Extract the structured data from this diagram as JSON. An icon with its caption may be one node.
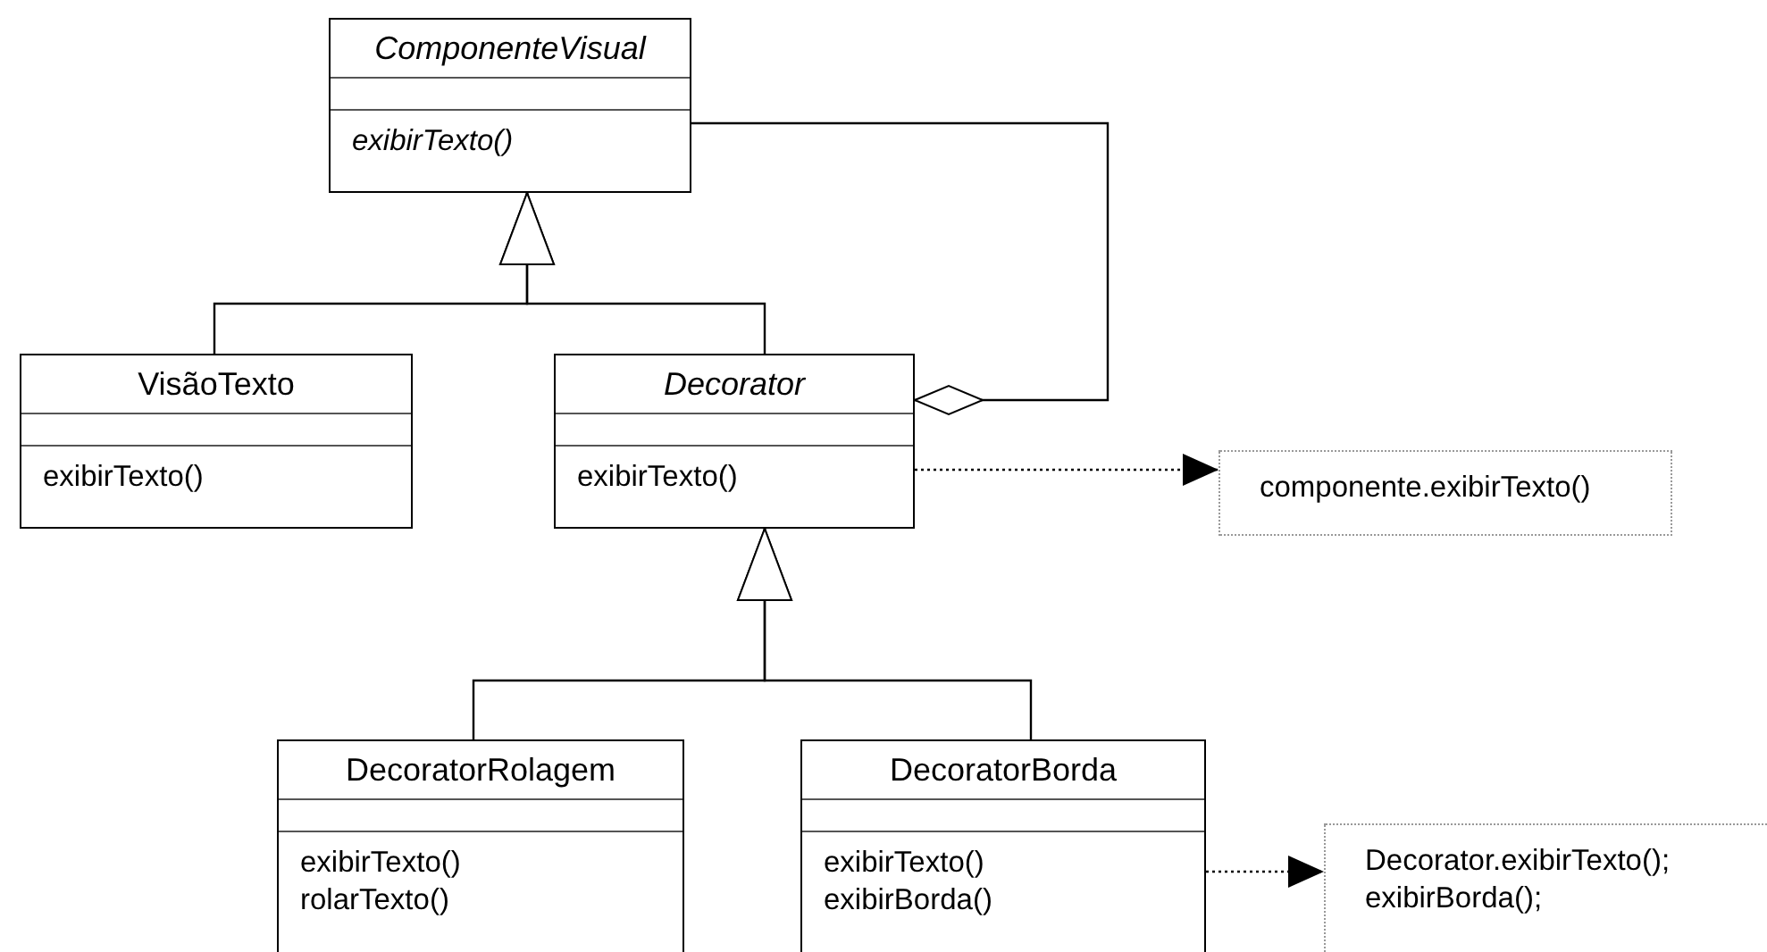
{
  "diagram": {
    "nodes": [
      {
        "text": [
          "ComponenteVisual",
          "exibirTexto()"
        ]
      },
      {
        "text": [
          "VisãoTexto",
          "exibirTexto()"
        ]
      },
      {
        "text": [
          "Decorator",
          "exibirTexto()"
        ]
      },
      {
        "text": [
          "componente.exibirTexto()"
        ]
      },
      {
        "text": [
          "DecoratorRolagem",
          "exibirTexto()",
          "rolarTexto()"
        ]
      },
      {
        "text": [
          "DecoratorBorda",
          "exibirTexto()",
          "exibirBorda()"
        ]
      },
      {
        "text": [
          "Decorator.exibirTexto();",
          "exibirBorda();"
        ]
      }
    ],
    "edges": [
      {
        "from": 1,
        "to": 0,
        "arrow": "to"
      },
      {
        "from": 2,
        "to": 0,
        "arrow": "to"
      },
      {
        "from": 2,
        "to": 0,
        "arrow": "other"
      },
      {
        "from": 2,
        "to": 3,
        "arrow": "to",
        "style": "dashed"
      },
      {
        "from": 4,
        "to": 2,
        "arrow": "to"
      },
      {
        "from": 5,
        "to": 2,
        "arrow": "to"
      },
      {
        "from": 5,
        "to": 6,
        "arrow": "to",
        "style": "dashed"
      }
    ]
  }
}
